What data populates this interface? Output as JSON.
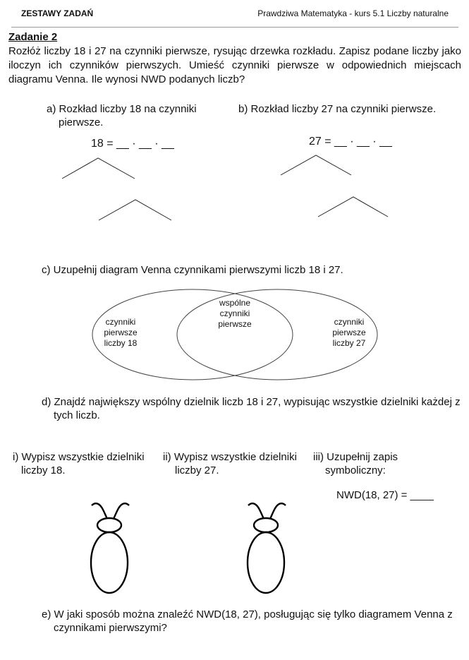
{
  "header": {
    "left": "ZESTAWY ZADAŃ",
    "right": "Prawdziwa Matematyka - kurs 5.1 Liczby naturalne"
  },
  "task": {
    "title": "Zadanie 2",
    "text": "Rozłóż liczby 18 i 27 na czynniki pierwsze, rysując drzewka rozkładu. Zapisz podane liczby jako iloczyn ich czynników pierwszych. Umieść czynniki pierwsze w odpowiednich miejscach diagramu Venna. Ile wynosi NWD podanych liczb?"
  },
  "part_a": {
    "label": "a) Rozkład liczby 18 na czynniki pierwsze.",
    "equation": "18 = __ · __ · __"
  },
  "part_b": {
    "label": "b) Rozkład liczby 27 na czynniki pierwsze.",
    "equation": "27 = __ · __ · __"
  },
  "part_c": {
    "label": "c) Uzupełnij diagram Venna czynnikami pierwszymi liczb 18 i 27.",
    "venn": {
      "left": "czynniki pierwsze liczby 18",
      "middle": "wspólne czynniki pierwsze",
      "right": "czynniki pierwsze liczby 27"
    }
  },
  "part_d": {
    "label": "d) Znajdź największy wspólny dzielnik liczb 18 i 27, wypisując wszystkie dzielniki każdej z tych liczb.",
    "sub_i": "i) Wypisz wszystkie dzielniki liczby 18.",
    "sub_ii": "ii) Wypisz wszystkie dzielniki liczby 27.",
    "sub_iii": "iii) Uzupełnij zapis symboliczny:",
    "nwd": "NWD(18, 27) = ____"
  },
  "part_e": {
    "label": "e) W jaki sposób można znaleźć NWD(18, 27), posługując się tylko diagramem Venna z czynnikami pierwszymi?"
  }
}
